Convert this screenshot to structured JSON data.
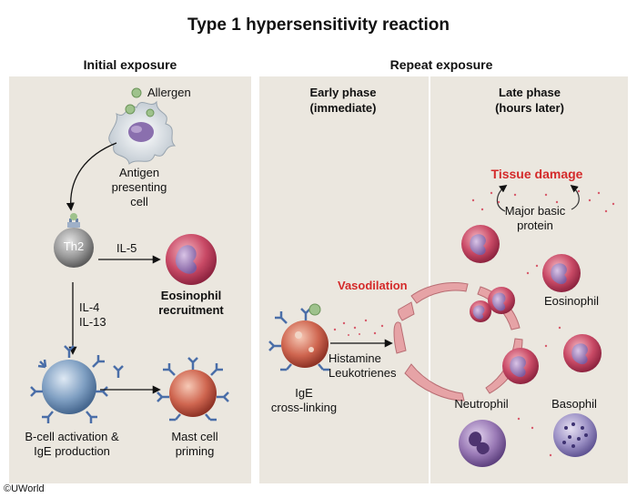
{
  "title": "Type 1 hypersensitivity reaction",
  "initial": {
    "header": "Initial exposure",
    "allergen": "Allergen",
    "apc_line1": "Antigen",
    "apc_line2": "presenting",
    "apc_line3": "cell",
    "th2": "Th2",
    "il5": "IL-5",
    "eos_line1": "Eosinophil",
    "eos_line2": "recruitment",
    "il4": "IL-4",
    "il13": "IL-13",
    "bcell_line1": "B-cell activation &",
    "bcell_line2": "IgE production",
    "mast_line1": "Mast cell",
    "mast_line2": "priming"
  },
  "repeat": {
    "header": "Repeat exposure",
    "early_line1": "Early phase",
    "early_line2": "(immediate)",
    "late_line1": "Late phase",
    "late_line2": "(hours later)",
    "tissue_damage": "Tissue damage",
    "mbp_line1": "Major basic",
    "mbp_line2": "protein",
    "vasodilation": "Vasodilation",
    "eosinophil": "Eosinophil",
    "histamine": "Histamine",
    "leukotrienes": "Leukotrienes",
    "ige_line1": "IgE",
    "ige_line2": "cross-linking",
    "neutrophil": "Neutrophil",
    "basophil": "Basophil"
  },
  "copyright": "©UWorld",
  "colors": {
    "panel": "#ebe7df",
    "red_label": "#d42a2a",
    "eos_cell": "#c23a5a",
    "neutrophil": "#8e6aa8",
    "bcell": "#6b8fb5",
    "mast_cell": "#c9574a",
    "vessel": "#e5a0a4"
  }
}
